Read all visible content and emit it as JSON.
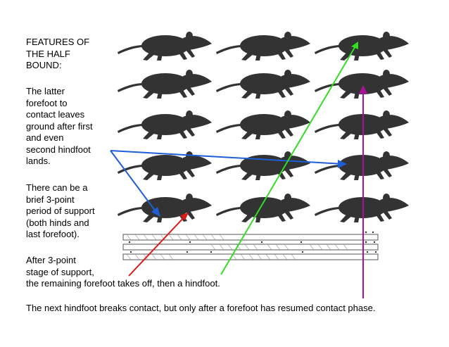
{
  "title": "FEATURES OF\nTHE HALF\nBOUND:",
  "para1": "The latter\nforefoot to\ncontact leaves\nground after first\nand even\nsecond hindfoot\nlands.",
  "para2": "There can be a\nbrief 3-point\nperiod of support\n(both hinds and\nlast forefoot).",
  "para3": "After 3-point\nstage of support,\nthe remaining forefoot takes off, then a hindfoot.",
  "para4": "The next hindfoot breaks contact, but only after a forefoot has resumed contact phase.",
  "arrow_colors": {
    "blue": "#1f5fd6",
    "green": "#33dd22",
    "red": "#dd1a1a",
    "magenta": "#aa1199"
  },
  "frames": {
    "rows": 5,
    "columns": 3
  }
}
